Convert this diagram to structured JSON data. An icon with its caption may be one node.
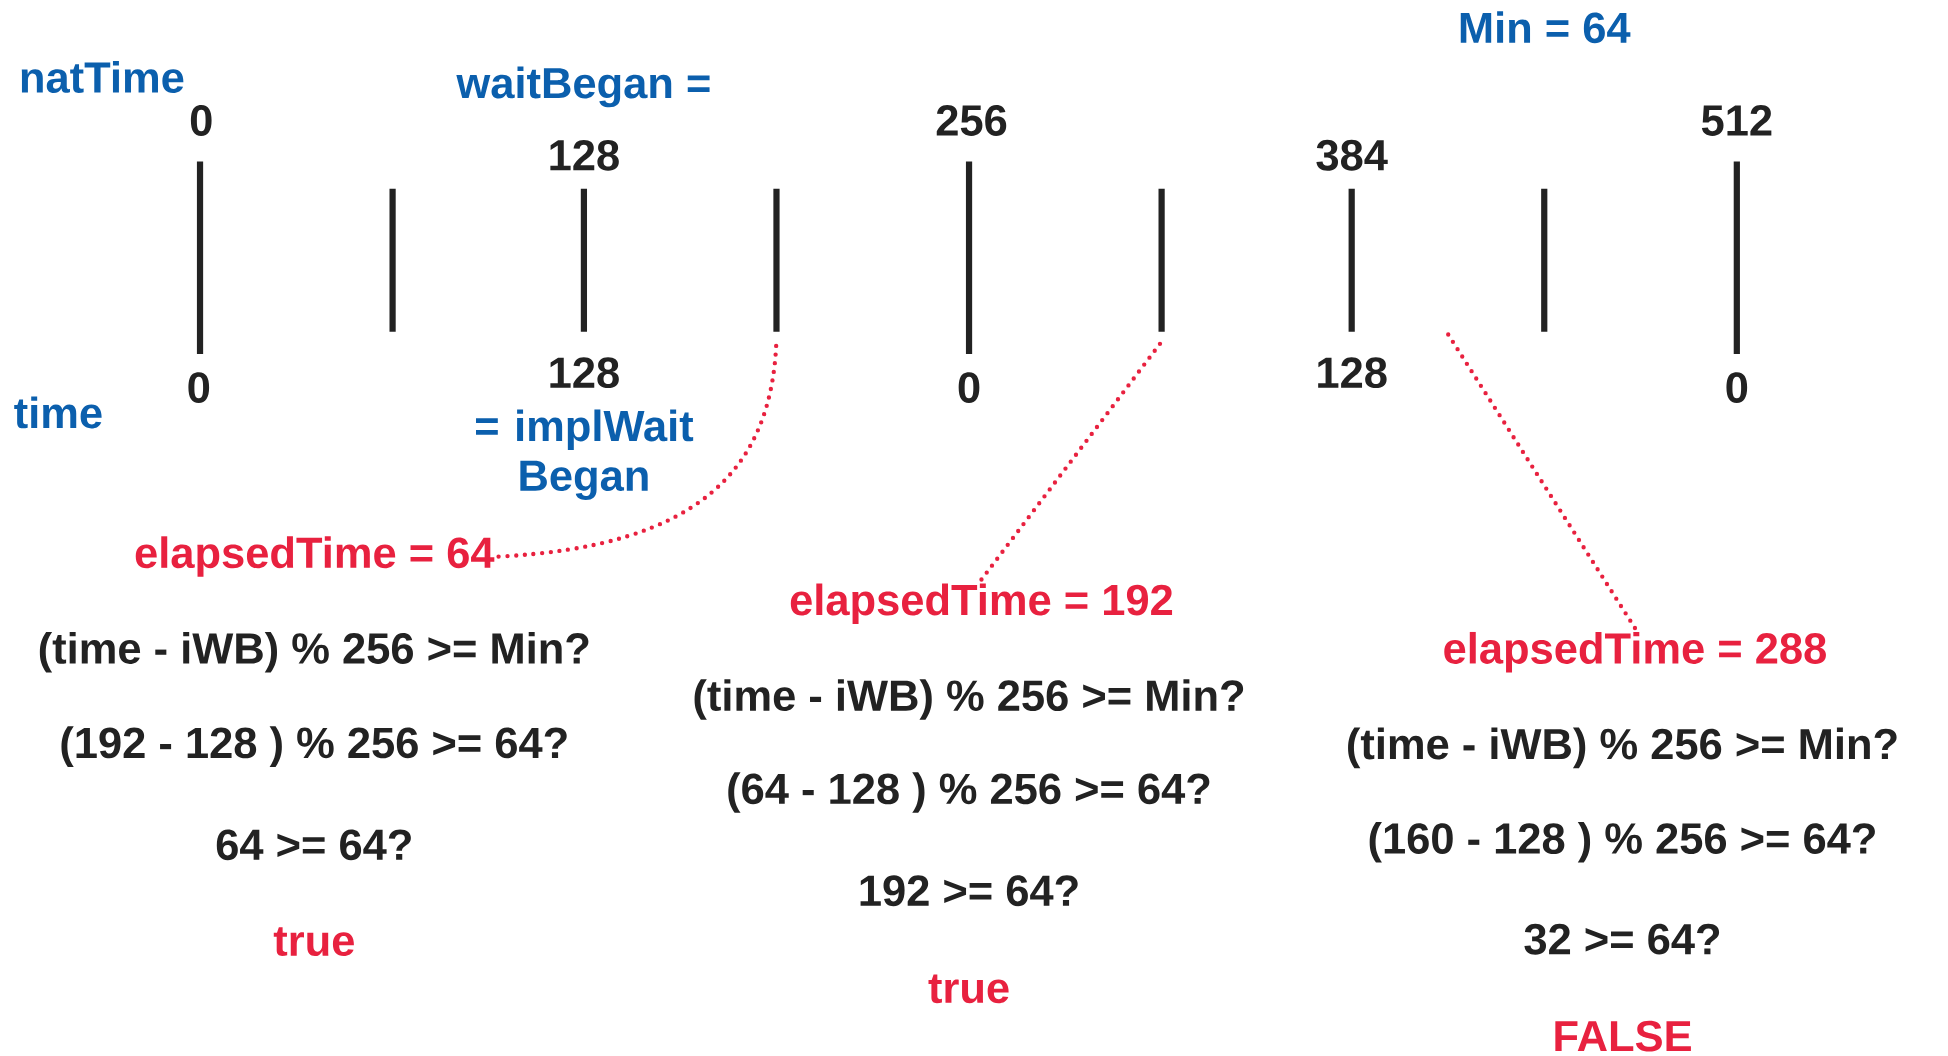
{
  "diagram": {
    "nodes": [
      {
        "text": [
          "elapsedTime = 64"
        ]
      },
      {
        "text": [
          "elapsedTime = 192"
        ]
      },
      {
        "text": [
          "elapsedTime = 288"
        ]
      }
    ],
    "edges": [
      {
        "from": 0,
        "to": null,
        "arrow": "none"
      },
      {
        "from": 1,
        "to": null,
        "arrow": "none"
      },
      {
        "from": 2,
        "to": null,
        "arrow": "none"
      }
    ],
    "labels": [
      "Min = 64",
      "natTime",
      "waitBegan =",
      "0",
      "256",
      "512",
      "128",
      "384",
      "0",
      "128",
      "0",
      "128",
      "0",
      "time",
      "= implWait Began",
      "(time - iWB) % 256 >= Min?",
      "(192 - 128 ) % 256 >= 64?",
      "64 >= 64?",
      "true",
      "(time - iWB) % 256 >= Min?",
      "(64 - 128 ) % 256 >= 64?",
      "192 >= 64?",
      "true",
      "(time - iWB) % 256 >= Min?",
      "(160 - 128 ) % 256 >= 64?",
      "32 >= 64?",
      "FALSE"
    ]
  }
}
